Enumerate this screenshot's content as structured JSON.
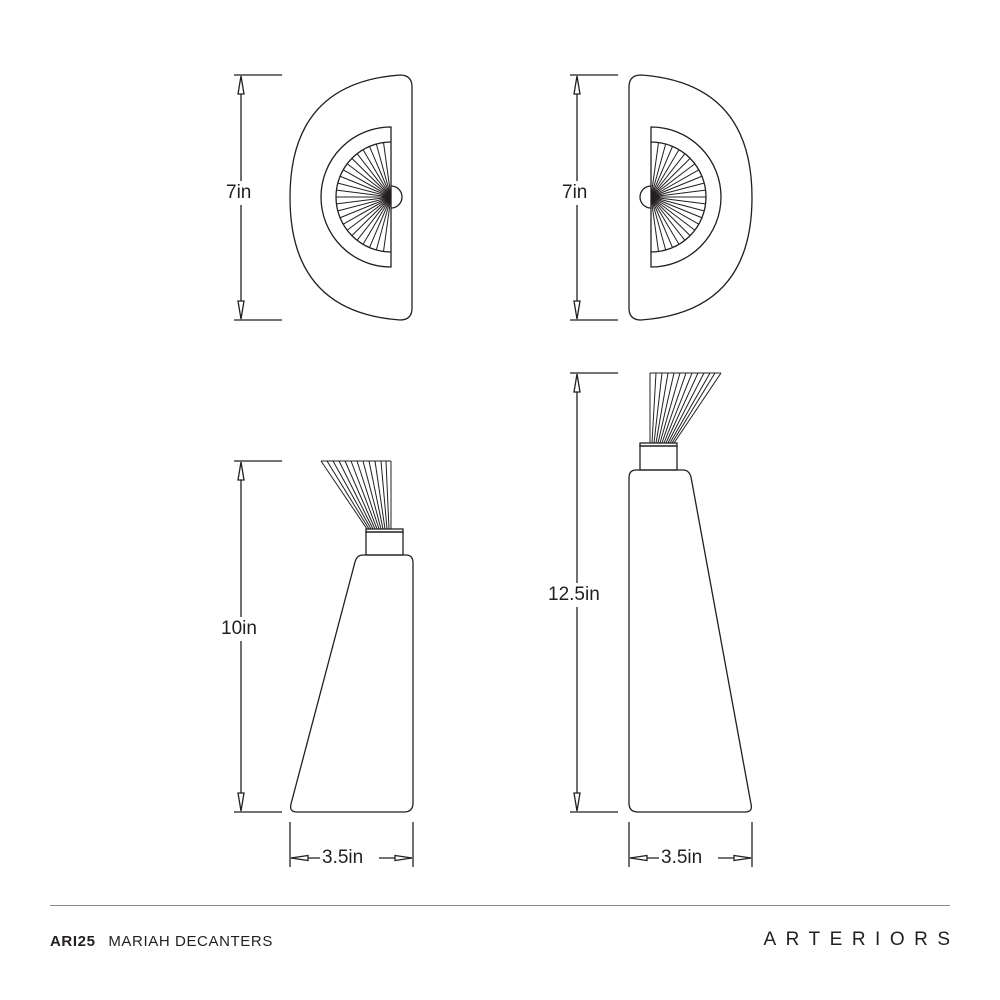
{
  "views": {
    "top_left": {
      "name": "short-decanter-top-view",
      "dimension_label": "7in"
    },
    "top_right": {
      "name": "tall-decanter-top-view",
      "dimension_label": "7in"
    },
    "bottom_left": {
      "name": "short-decanter-side-view",
      "height_label": "10in",
      "width_label": "3.5in"
    },
    "bottom_right": {
      "name": "tall-decanter-side-view",
      "height_label": "12.5in",
      "width_label": "3.5in"
    }
  },
  "footer": {
    "product_code": "ARI25",
    "product_name": "MARIAH DECANTERS",
    "brand": "ARTERIORS"
  },
  "colors": {
    "line": "#231f20",
    "rule": "#8a8a8a",
    "background": "#ffffff"
  }
}
